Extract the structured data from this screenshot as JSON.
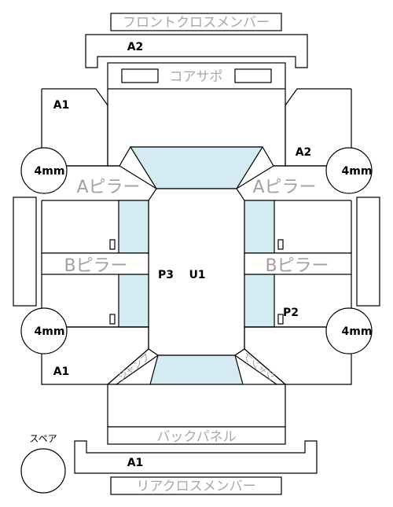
{
  "labels": {
    "front_cross_member": "フロントクロスメンバー",
    "core_support": "コアサポ",
    "a_pillar_left": "Aピラー",
    "a_pillar_right": "Aピラー",
    "b_pillar_left": "Bピラー",
    "b_pillar_right": "Bピラー",
    "back_panel": "バックパネル",
    "rear_cross_member": "リアクロスメンバー",
    "spare": "スペア",
    "jump_left": "ジャンプ",
    "jump_right": "ジャンプ"
  },
  "grades": {
    "front_member": "A2",
    "front_left": "A1",
    "front_right": "A2",
    "rear_left": "A1",
    "rear_member": "A1",
    "center_left": "P3",
    "center_roof": "U1",
    "center_right": "P2"
  },
  "tires": {
    "front_left": "4mm",
    "front_right": "4mm",
    "rear_left": "4mm",
    "rear_right": "4mm"
  },
  "colors": {
    "glass": "#d5ebf3",
    "outline": "#000000",
    "label_gray": "#a8a8a8"
  }
}
